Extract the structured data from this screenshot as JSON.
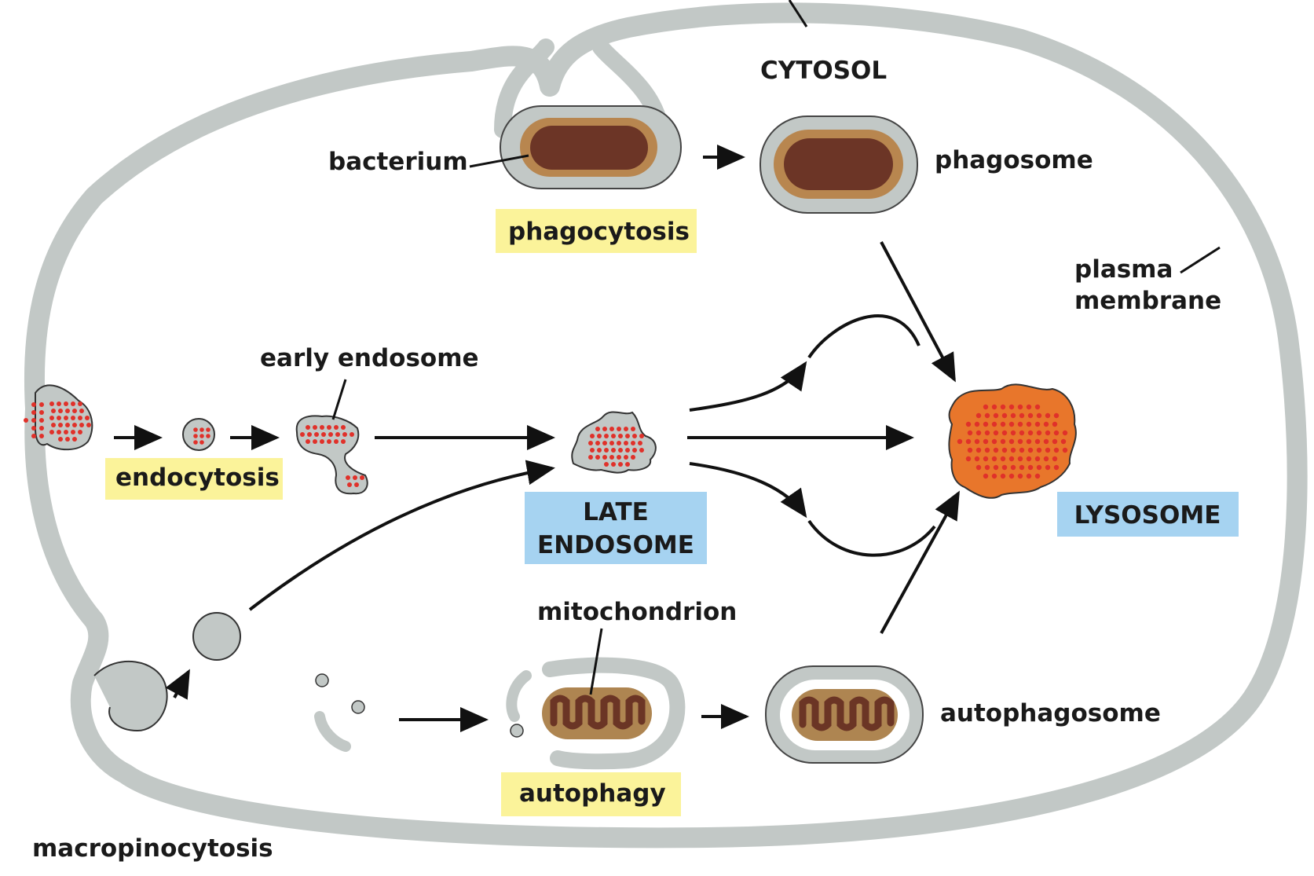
{
  "labels": {
    "cytosol": "CYTOSOL",
    "bacterium": "bacterium",
    "phagosome": "phagosome",
    "phagocytosis": "phagocytosis",
    "plasma_membrane_1": "plasma",
    "plasma_membrane_2": "membrane",
    "early_endosome": "early endosome",
    "endocytosis": "endocytosis",
    "late_endosome_1": "LATE",
    "late_endosome_2": "ENDOSOME",
    "lysosome": "LYSOSOME",
    "mitochondrion": "mitochondrion",
    "autophagosome": "autophagosome",
    "autophagy": "autophagy",
    "macropinocytosis": "macropinocytosis"
  },
  "colors": {
    "membrane": "#c2c8c6",
    "bacterium_inner": "#6c3526",
    "bacterium_outer": "#b8864f",
    "cargo_dot": "#e0312a",
    "lysosome_fill": "#e8762b",
    "mito_fill": "#ae8551",
    "mito_cristae": "#6b3525",
    "pathway_highlight": "#fbf39a",
    "compartment_highlight": "#a6d3f1"
  }
}
